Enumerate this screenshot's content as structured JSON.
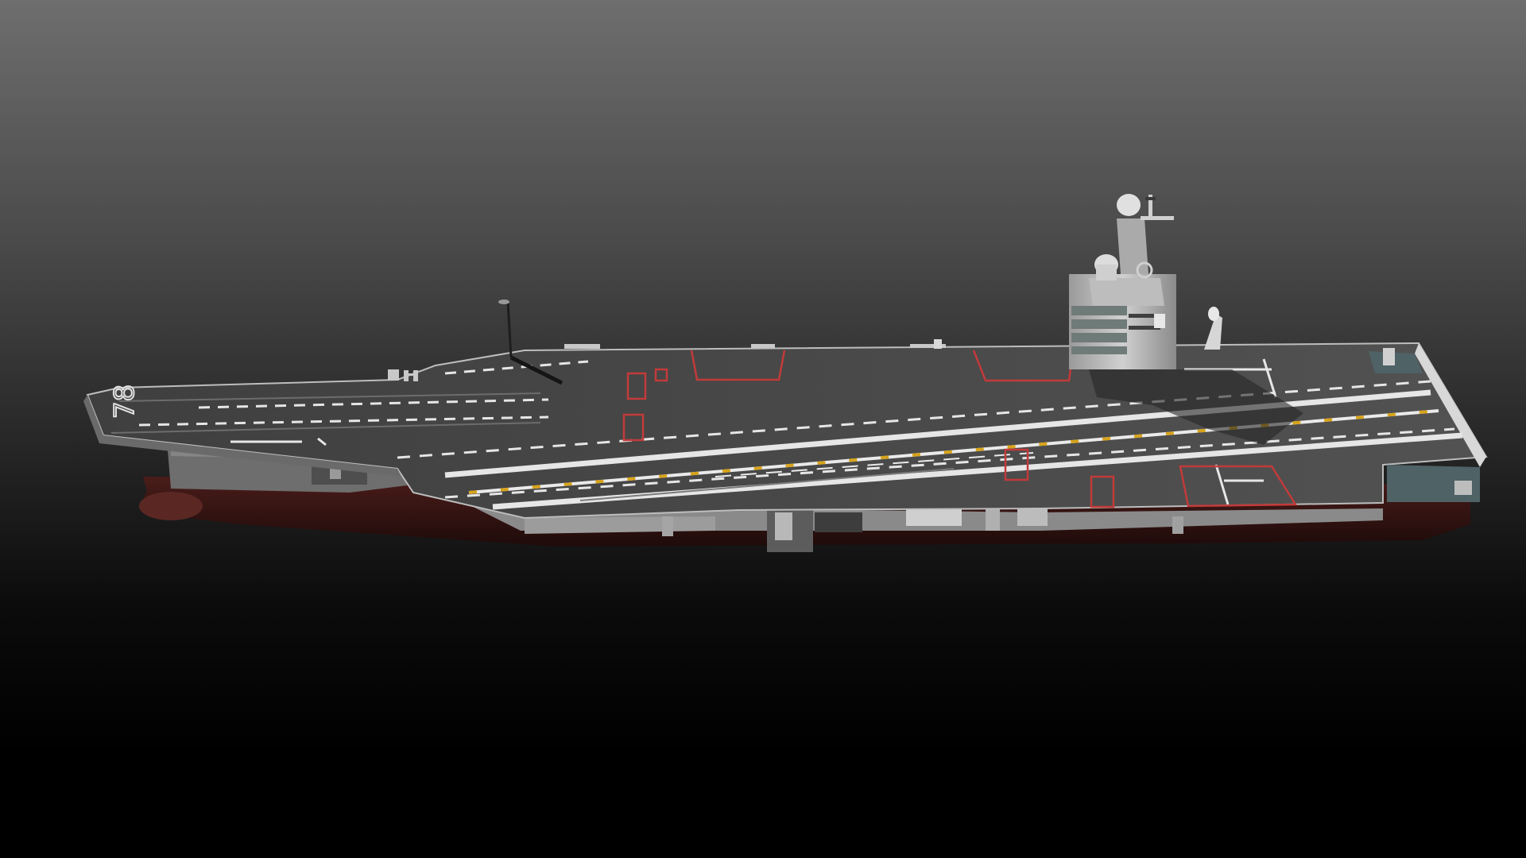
{
  "scene": {
    "subject": "aircraft carrier 3D render",
    "view": "port-side elevated three-quarter view",
    "hull_number": "78",
    "background": {
      "top": "#6e6e6e",
      "bottom": "#000000"
    }
  },
  "colors": {
    "deck": "#474747",
    "deck_dark": "#3a3a3a",
    "deck_marking": "#e6e6e6",
    "centerline_yellow": "#d6a31c",
    "elevator_outline": "#c23a3a",
    "hull_gray": "#7a7a7a",
    "hull_red": "#3b1614",
    "island": "#c9c9c9",
    "stern_deck_teal": "#4f6266"
  },
  "features": {
    "island": {
      "label": "island superstructure",
      "radomes": 2
    },
    "mast": {
      "label": "bow mast"
    },
    "elevators": [
      {
        "label": "elevator-1"
      },
      {
        "label": "elevator-2"
      },
      {
        "label": "elevator-3"
      },
      {
        "label": "elevator-4"
      }
    ]
  }
}
